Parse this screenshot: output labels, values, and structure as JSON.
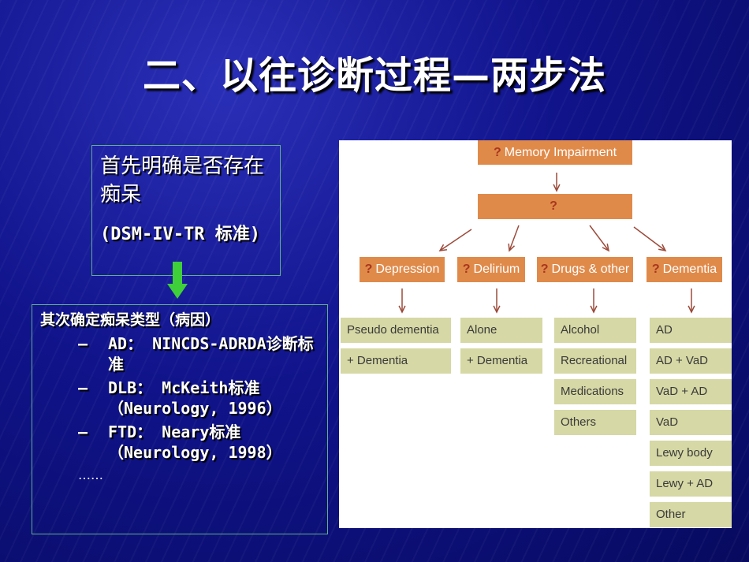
{
  "slide": {
    "title": "二、以往诊断过程—两步法",
    "step1": {
      "text": "首先明确是否存在痴呆",
      "criteria": "(DSM-IV-TR 标准)"
    },
    "step2": {
      "heading": "其次确定痴呆类型（病因）",
      "items": [
        {
          "dash": "–",
          "text": "AD： NINCDS-ADRDA诊断标准"
        },
        {
          "dash": "–",
          "text": "DLB： McKeith标准（Neurology, 1996）"
        },
        {
          "dash": "–",
          "text": "FTD： Neary标准（Neurology, 1998）"
        }
      ],
      "ellipsis": "……"
    }
  },
  "diagram": {
    "root": {
      "q": "?",
      "label": "Memory Impairment"
    },
    "middle": {
      "q": "?"
    },
    "categories": [
      {
        "q": "?",
        "label": "Depression",
        "items": [
          "Pseudo dementia",
          "+ Dementia"
        ]
      },
      {
        "q": "?",
        "label": "Delirium",
        "items": [
          "Alone",
          "+ Dementia"
        ]
      },
      {
        "q": "?",
        "label": "Drugs & other",
        "items": [
          "Alcohol",
          "Recreational",
          "Medications",
          "Others"
        ]
      },
      {
        "q": "?",
        "label": "Dementia",
        "items": [
          "AD",
          "AD + VaD",
          "VaD + AD",
          "VaD",
          "Lewy body",
          "Lewy + AD",
          "Other"
        ]
      }
    ],
    "colors": {
      "orange": "#e08a4a",
      "green": "#d6d8a5",
      "arrow": "#9b4a3a"
    }
  }
}
